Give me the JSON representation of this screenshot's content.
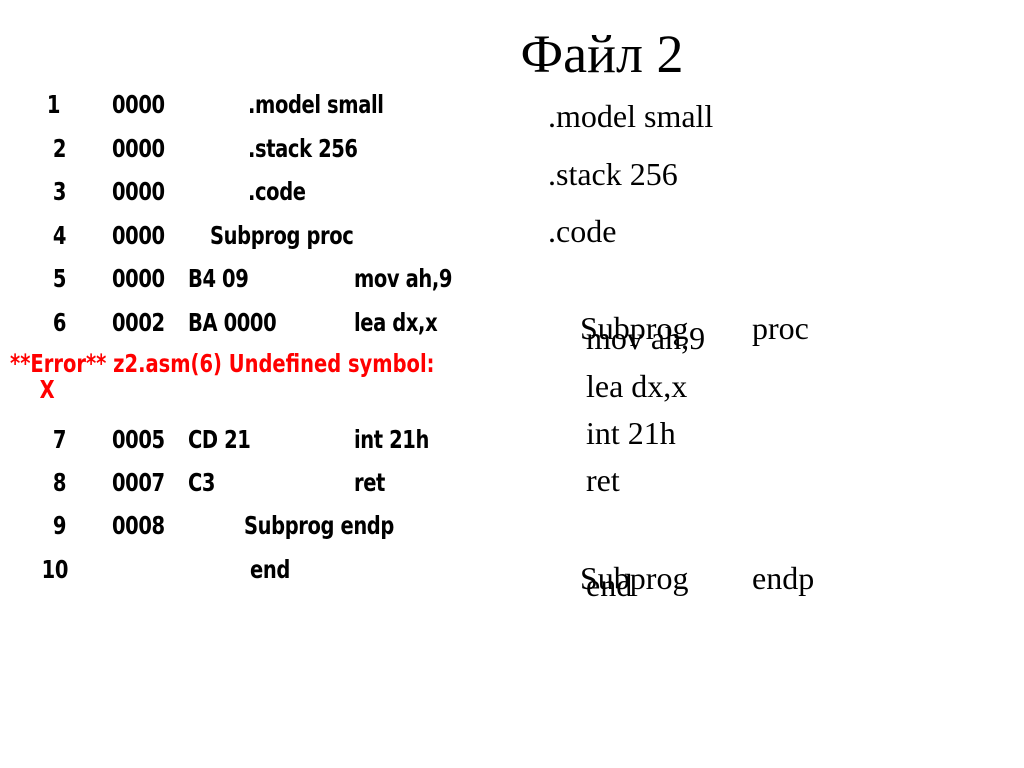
{
  "title": "Файл 2",
  "listing": [
    {
      "num": "1",
      "addr": "0000",
      "code": "",
      "text": ".model small"
    },
    {
      "num": "2",
      "addr": "0000",
      "code": "",
      "text": ".stack 256"
    },
    {
      "num": "3",
      "addr": "0000",
      "code": "",
      "text": ".code"
    },
    {
      "num": "4",
      "addr": "0000",
      "code": "",
      "text": "Subprog proc"
    },
    {
      "num": "5",
      "addr": "0000",
      "code": "B4 09",
      "text": "mov ah,9"
    },
    {
      "num": "6",
      "addr": "0002",
      "code": "BA 0000",
      "text": "lea dx,x"
    },
    {
      "num": "7",
      "addr": "0005",
      "code": "CD 21",
      "text": "int 21h"
    },
    {
      "num": "8",
      "addr": "0007",
      "code": "C3",
      "text": "ret"
    },
    {
      "num": "9",
      "addr": "0008",
      "code": "",
      "text": "Subprog endp"
    },
    {
      "num": "10",
      "addr": "",
      "code": "",
      "text": "end"
    }
  ],
  "error": {
    "line1": "**Error** z2.asm(6) Undefined symbol:",
    "line2": "X"
  },
  "source": [
    {
      "label": "",
      "op": ".model small"
    },
    {
      "label": "",
      "op": ".stack 256"
    },
    {
      "label": "",
      "op": ".code"
    },
    {
      "label": "Subprog",
      "op": "proc"
    },
    {
      "label": "",
      "op": "mov ah,9"
    },
    {
      "label": "",
      "op": "lea dx,x"
    },
    {
      "label": "",
      "op": "int 21h"
    },
    {
      "label": "",
      "op": "ret"
    },
    {
      "label": "Subprog",
      "op": "endp"
    },
    {
      "label": "",
      "op": "end"
    }
  ]
}
